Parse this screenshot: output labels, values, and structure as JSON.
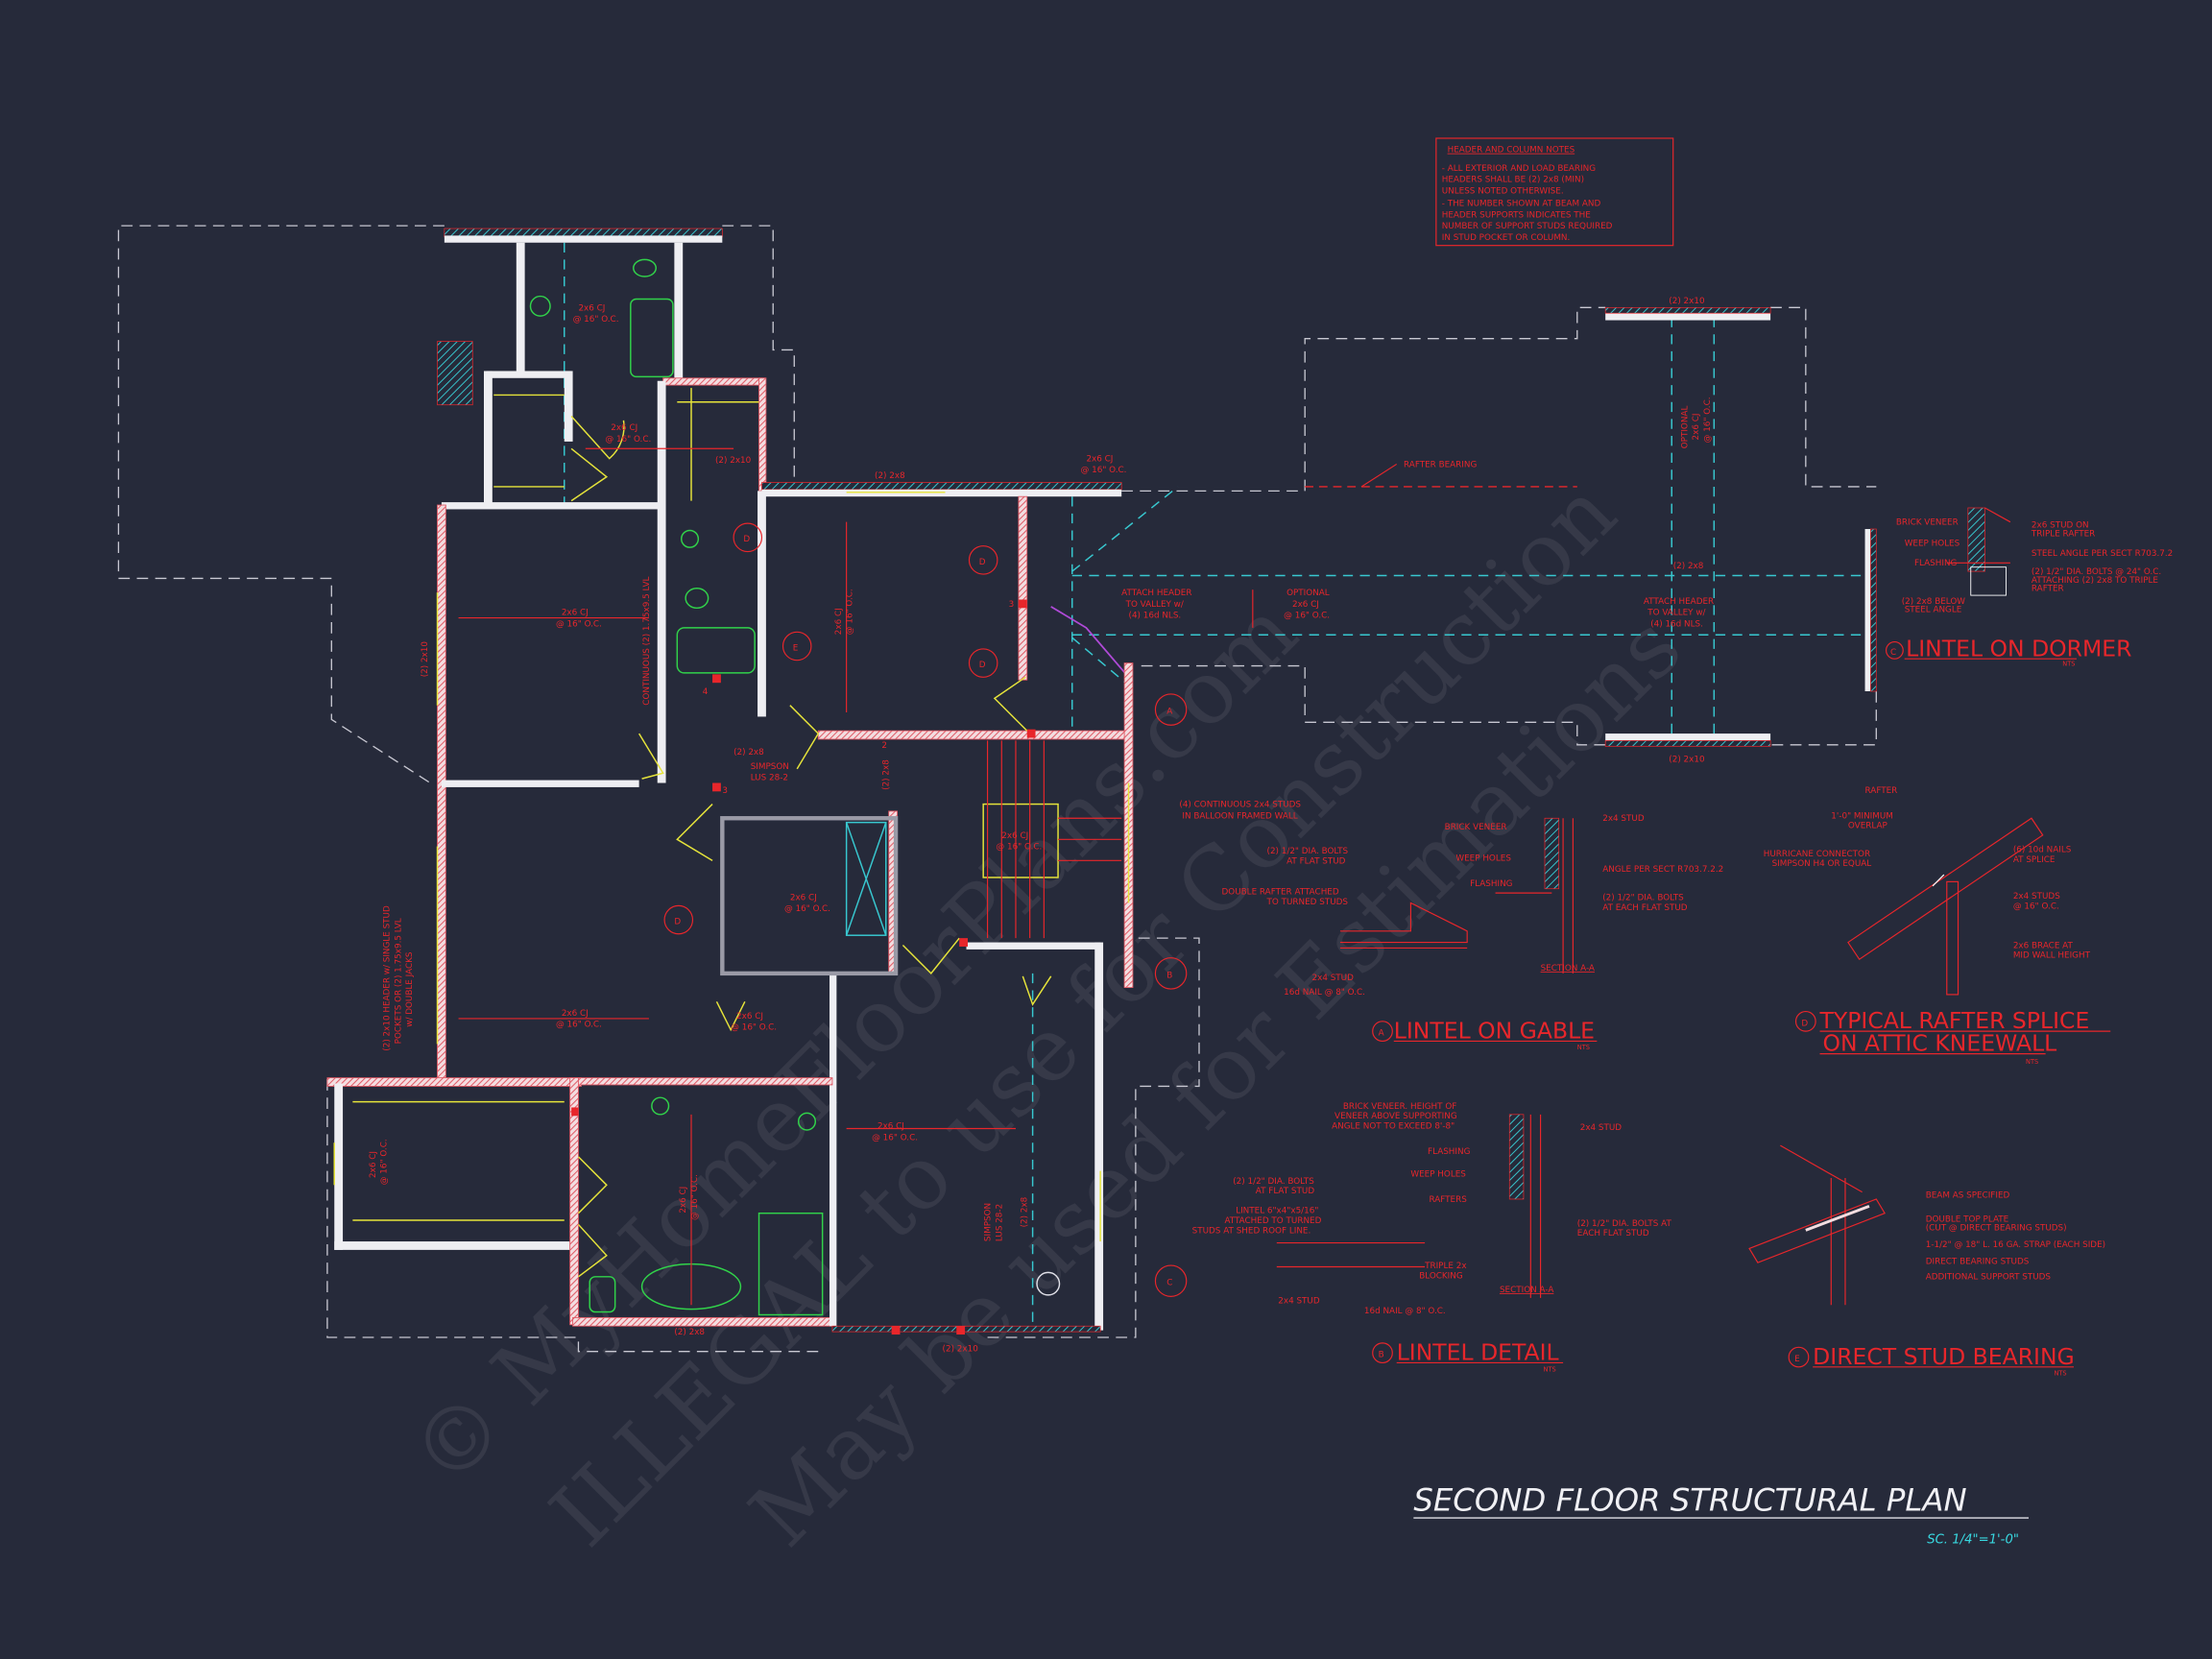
{
  "title": "SECOND FLOOR STRUCTURAL PLAN",
  "scale": "SC. 1/4\"=1'-0\"",
  "watermark": [
    "© MyHomeFloorPlans.com",
    "ILLEGAL to use for Construction",
    "May be used for Estimations"
  ],
  "notes": {
    "heading": "HEADER AND COLUMN NOTES",
    "lines": [
      "- ALL EXTERIOR AND LOAD BEARING",
      "HEADERS SHALL BE (2) 2x8 (MIN)",
      "UNLESS NOTED OTHERWISE.",
      "- THE NUMBER SHOWN AT BEAM AND",
      "HEADER SUPPORTS INDICATES THE",
      "NUMBER OF SUPPORT STUDS REQUIRED",
      "IN STUD POCKET OR COLUMN."
    ]
  },
  "plan_labels": {
    "cj": [
      "2x6 CJ",
      "@ 16\" O.C."
    ],
    "h28": "(2) 2x8",
    "h210": "(2) 2x10",
    "lvl": "CONTINUOUS (2) 1.75x9.5 LVL",
    "simpson": [
      "SIMPSON",
      "LUS 28-2"
    ],
    "rafter_bearing": "RAFTER BEARING",
    "attach_header": [
      "ATTACH HEADER",
      "TO VALLEY w/",
      "(4) 16d NLS."
    ],
    "optional_cj": [
      "OPTIONAL",
      "2x6 CJ",
      "@ 16\" O.C."
    ],
    "balloon": [
      "(4) CONTINUOUS 2x4 STUDS",
      "IN BALLOON FRAMED WALL"
    ],
    "header_note": [
      "(2) 2x10 HEADER w/ SINGLE STUD",
      "POCKETS OR (2) 1.75x9.5 LVL",
      "w/ DOUBLE JACKS"
    ],
    "stud_counts": [
      "2",
      "3",
      "4"
    ],
    "markers": [
      "A",
      "B",
      "C",
      "D",
      "E"
    ]
  },
  "details": {
    "A": {
      "letter": "A",
      "title": "LINTEL ON GABLE",
      "nts": "NTS",
      "labels": [
        "(2) 1/2\" DIA. BOLTS",
        "AT FLAT STUD",
        "DOUBLE RAFTER ATTACHED",
        "TO TURNED STUDS",
        "2x4 STUD",
        "16d NAIL @ 8\" O.C.",
        "BRICK VENEER",
        "WEEP HOLES",
        "FLASHING",
        "2x4 STUD",
        "ANGLE PER SECT R703.7.2.2",
        "(2) 1/2\" DIA. BOLTS",
        "AT EACH FLAT STUD",
        "SECTION A-A"
      ]
    },
    "B": {
      "letter": "B",
      "title": "LINTEL DETAIL",
      "nts": "NTS",
      "labels": [
        "BRICK VENEER. HEIGHT OF",
        "VENEER ABOVE SUPPORTING",
        "ANGLE NOT TO EXCEED 8'-8\"",
        "FLASHING",
        "WEEP HOLES",
        "RAFTERS",
        "(2) 1/2\" DIA. BOLTS",
        "AT FLAT STUD",
        "LINTEL 6\"x4\"x5/16\"",
        "ATTACHED TO TURNED",
        "STUDS AT SHED ROOF LINE.",
        "TRIPLE 2x",
        "BLOCKING",
        "2x4 STUD",
        "16d NAIL @ 8\" O.C.",
        "SECTION A-A",
        "2x4 STUD",
        "(2) 1/2\" DIA. BOLTS AT",
        "EACH FLAT STUD"
      ]
    },
    "C": {
      "letter": "C",
      "title": "LINTEL ON DORMER",
      "nts": "NTS",
      "labels": [
        "BRICK VENEER",
        "WEEP HOLES",
        "FLASHING",
        "(2) 2x8 BELOW",
        "STEEL ANGLE",
        "2x6 STUD ON",
        "TRIPLE RAFTER",
        "STEEL ANGLE PER SECT R703.7.2",
        "(2) 1/2\" DIA. BOLTS @ 24\" O.C.",
        "ATTACHING (2) 2x8 TO TRIPLE",
        "RAFTER"
      ]
    },
    "D": {
      "letter": "D",
      "title": "TYPICAL RAFTER SPLICE",
      "title2": "ON ATTIC KNEEWALL",
      "nts": "NTS",
      "labels": [
        "RAFTER",
        "1'-0\" MINIMUM",
        "OVERLAP",
        "HURRICANE CONNECTOR",
        "SIMPSON H4 OR EQUAL",
        "(6) 10d NAILS",
        "AT SPLICE",
        "2x4 STUDS",
        "@ 16\" O.C.",
        "2x6 BRACE AT",
        "MID WALL HEIGHT"
      ]
    },
    "E": {
      "letter": "E",
      "title": "DIRECT STUD BEARING",
      "nts": "NTS",
      "labels": [
        "BEAM AS SPECIFIED",
        "DOUBLE TOP PLATE",
        "(CUT @ DIRECT BEARING STUDS)",
        "1-1/2\" @ 18\" L. 16 GA. STRAP (EACH SIDE)",
        "DIRECT BEARING STUDS",
        "ADDITIONAL SUPPORT STUDS"
      ]
    }
  },
  "colors": {
    "background": "#262a3a",
    "annotation": "#e8262b",
    "wall": "#eeeef2",
    "ridge": "#38c8d0",
    "fixture": "#31d24a",
    "door": "#e6e43a"
  }
}
